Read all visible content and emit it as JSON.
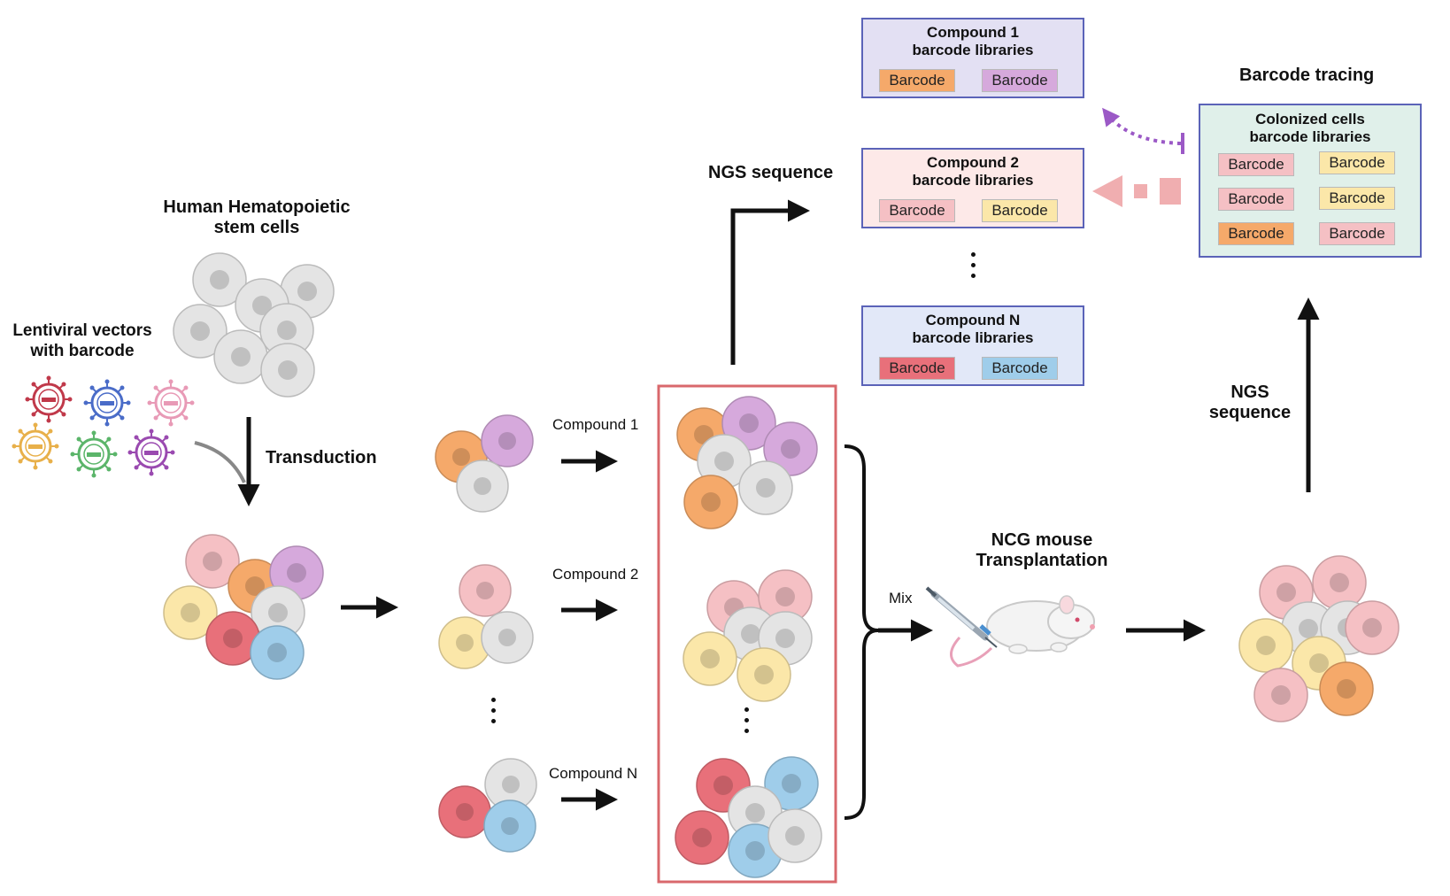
{
  "colors": {
    "grey": "#e4e4e4",
    "orange": "#f5a96a",
    "purple": "#d6a9dc",
    "pink": "#f5c0c4",
    "yellow": "#fbe7a9",
    "red": "#e8707a",
    "blue": "#9fcdea",
    "panel_border": "#d9686c",
    "lib1_bg": "#e3e0f3",
    "lib2_bg": "#fde9e8",
    "libN_bg": "#e2e8f8",
    "colonized_bg": "#e0f0ea",
    "box_border": "#5b63b8",
    "dotted_arrow": "#9b59c6",
    "dashed_arrow": "#f0aeb0"
  },
  "labels": {
    "hsc": "Human Hematopoietic\nstem cells",
    "lentiviral": "Lentiviral vectors\nwith barcode",
    "transduction": "Transduction",
    "ngs_sequence_top": "NGS sequence",
    "barcode_tracing": "Barcode tracing",
    "ngs_sequence_right": "NGS\nsequence",
    "mix": "Mix",
    "ncg": "NCG mouse\nTransplantation"
  },
  "compounds": [
    {
      "name": "Compound 1"
    },
    {
      "name": "Compound 2"
    },
    {
      "name": "Compound N"
    }
  ],
  "libraries": [
    {
      "title": "Compound 1\nbarcode  libraries",
      "chips": [
        {
          "text": "Barcode",
          "color": "#f5a96a"
        },
        {
          "text": "Barcode",
          "color": "#d6a9dc"
        }
      ]
    },
    {
      "title": "Compound 2\nbarcode  libraries",
      "chips": [
        {
          "text": "Barcode",
          "color": "#f5c0c4"
        },
        {
          "text": "Barcode",
          "color": "#fbe7a9"
        }
      ]
    },
    {
      "title": "Compound N\nbarcode  libraries",
      "chips": [
        {
          "text": "Barcode",
          "color": "#e8707a"
        },
        {
          "text": "Barcode",
          "color": "#9fcdea"
        }
      ]
    }
  ],
  "colonized": {
    "title": "Colonized cells\nbarcode  libraries",
    "chips": [
      {
        "text": "Barcode",
        "color": "#f5c0c4"
      },
      {
        "text": "Barcode",
        "color": "#fbe7a9"
      },
      {
        "text": "Barcode",
        "color": "#f5c0c4"
      },
      {
        "text": "Barcode",
        "color": "#fbe7a9"
      },
      {
        "text": "Barcode",
        "color": "#f5a96a"
      },
      {
        "text": "Barcode",
        "color": "#f5c0c4"
      }
    ]
  },
  "virus_colors": [
    "#c0394a",
    "#4a6cc8",
    "#e89ab6",
    "#e8b04a",
    "#5bb56a",
    "#9a4ab0"
  ]
}
